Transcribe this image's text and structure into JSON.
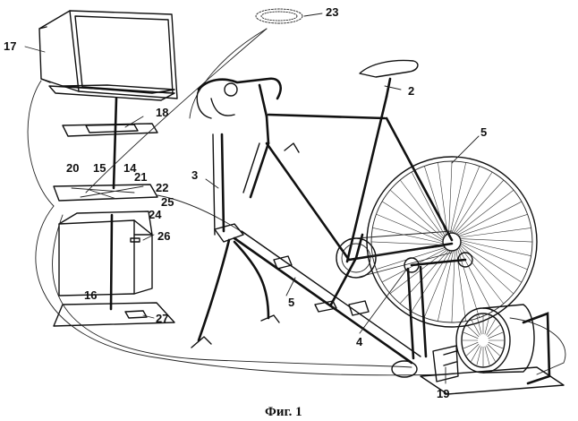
{
  "caption": "Фиг. 1",
  "labels": {
    "l2": "2",
    "l3": "3",
    "l4": "4",
    "l5a": "5",
    "l5b": "5",
    "l14": "14",
    "l15": "15",
    "l16": "16",
    "l17": "17",
    "l18": "18",
    "l19": "19",
    "l20": "20",
    "l21": "21",
    "l22": "22",
    "l23": "23",
    "l24": "24",
    "l25": "25",
    "l26": "26",
    "l27": "27"
  }
}
